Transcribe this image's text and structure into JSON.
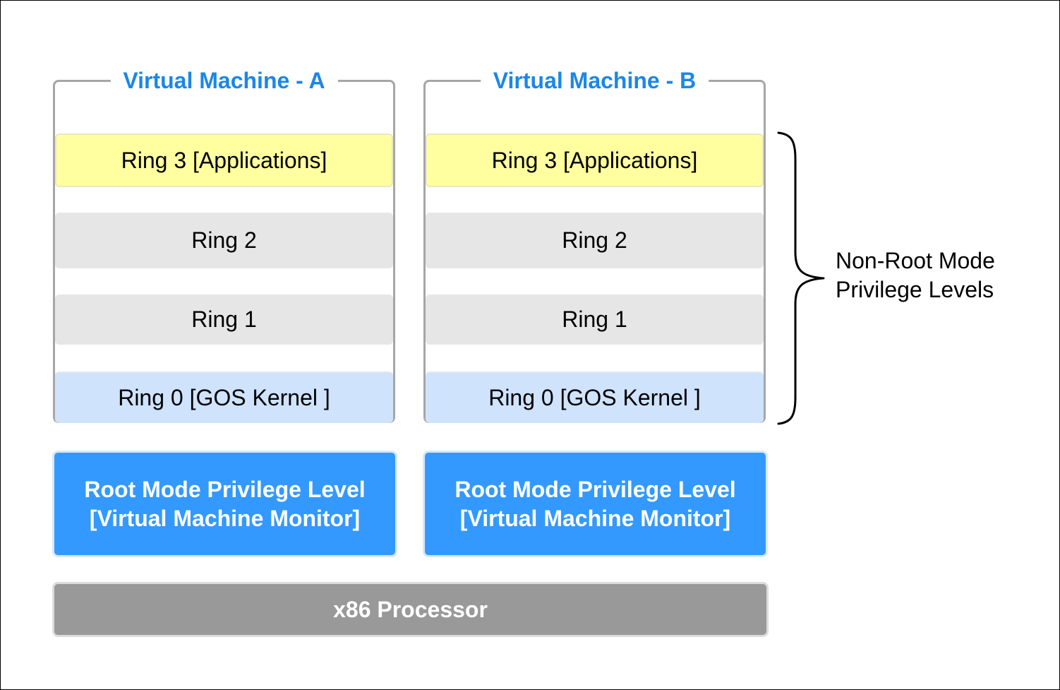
{
  "vms": [
    {
      "title": "Virtual Machine - A",
      "rings": {
        "ring3": "Ring 3 [Applications]",
        "ring2": "Ring 2",
        "ring1": "Ring 1",
        "ring0": "Ring 0 [GOS Kernel ]"
      },
      "root_line1": "Root Mode Privilege Level",
      "root_line2": "[Virtual Machine Monitor]"
    },
    {
      "title": "Virtual Machine - B",
      "rings": {
        "ring3": "Ring 3 [Applications]",
        "ring2": "Ring 2",
        "ring1": "Ring 1",
        "ring0": "Ring 0 [GOS Kernel ]"
      },
      "root_line1": "Root Mode Privilege Level",
      "root_line2": "[Virtual Machine Monitor]"
    }
  ],
  "processor": "x86 Processor",
  "non_root": {
    "line1": "Non-Root Mode",
    "line2": "Privilege Levels"
  },
  "colors": {
    "title_blue": "#1b87e6",
    "ring3": "#ffff9f",
    "ring_gray": "#e6e6e6",
    "ring0": "#cfe3fd",
    "root_mode": "#3399ff",
    "processor": "#999999"
  }
}
